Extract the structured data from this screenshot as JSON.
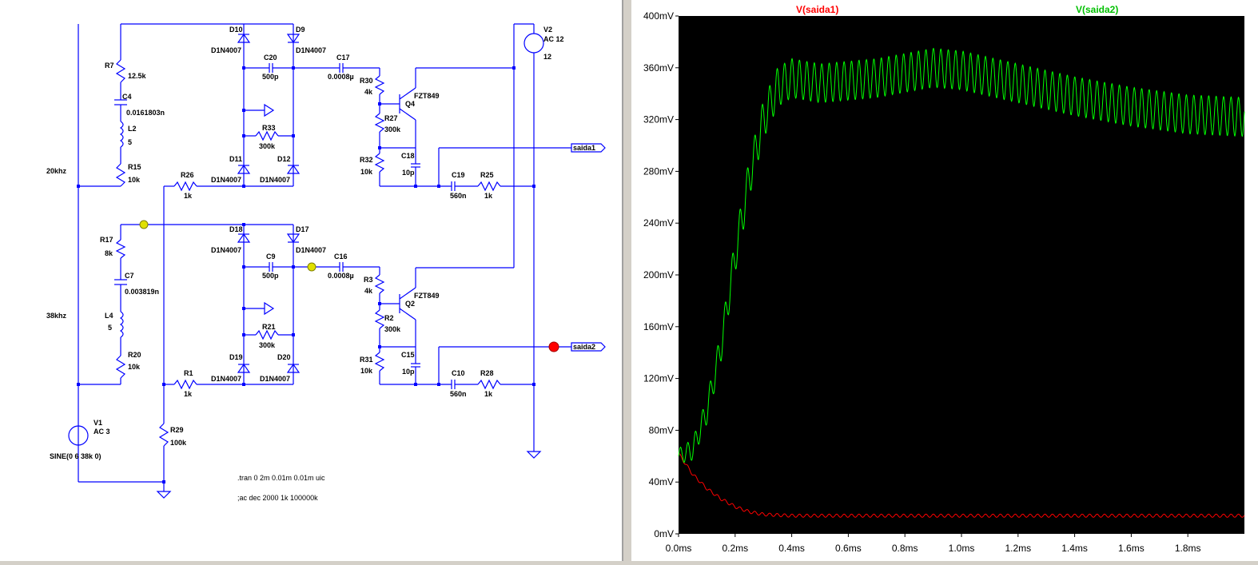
{
  "schematic": {
    "components": [
      {
        "ref": "D10",
        "value": "D1N4007"
      },
      {
        "ref": "D9",
        "value": "D1N4007"
      },
      {
        "ref": "C20",
        "value": "500p"
      },
      {
        "ref": "C17",
        "value": "0.0008µ"
      },
      {
        "ref": "R30",
        "value": "4k"
      },
      {
        "ref": "Q4",
        "value": "FZT849"
      },
      {
        "ref": "R33",
        "value": "300k"
      },
      {
        "ref": "R27",
        "value": "300k"
      },
      {
        "ref": "D11",
        "value": "D1N4007"
      },
      {
        "ref": "D12",
        "value": "D1N4007"
      },
      {
        "ref": "R32",
        "value": "10k"
      },
      {
        "ref": "C18",
        "value": "10p"
      },
      {
        "ref": "C19",
        "value": "560n"
      },
      {
        "ref": "R25",
        "value": "1k"
      },
      {
        "ref": "R26",
        "value": "1k"
      },
      {
        "ref": "R7",
        "value": "12.5k"
      },
      {
        "ref": "C4",
        "value": "0.0161803n"
      },
      {
        "ref": "L2",
        "value": "5"
      },
      {
        "ref": "R15",
        "value": "10k"
      },
      {
        "ref": "V2",
        "value": "AC 12",
        "extra": "12"
      },
      {
        "ref": "D18",
        "value": "D1N4007"
      },
      {
        "ref": "D17",
        "value": "D1N4007"
      },
      {
        "ref": "C9",
        "value": "500p"
      },
      {
        "ref": "C16",
        "value": "0.0008µ"
      },
      {
        "ref": "R3",
        "value": "4k"
      },
      {
        "ref": "Q2",
        "value": "FZT849"
      },
      {
        "ref": "R21",
        "value": "300k"
      },
      {
        "ref": "R2",
        "value": "300k"
      },
      {
        "ref": "D19",
        "value": "D1N4007"
      },
      {
        "ref": "D20",
        "value": "D1N4007"
      },
      {
        "ref": "R31",
        "value": "10k"
      },
      {
        "ref": "C15",
        "value": "10p"
      },
      {
        "ref": "C10",
        "value": "560n"
      },
      {
        "ref": "R28",
        "value": "1k"
      },
      {
        "ref": "R1",
        "value": "1k"
      },
      {
        "ref": "R17",
        "value": "8k"
      },
      {
        "ref": "C7",
        "value": "0.003819n"
      },
      {
        "ref": "L4",
        "value": "5"
      },
      {
        "ref": "R20",
        "value": "10k"
      },
      {
        "ref": "V1",
        "value": "AC 3",
        "extra": "SINE(0 6 38k 0)"
      },
      {
        "ref": "R29",
        "value": "100k"
      }
    ],
    "net_labels": {
      "saida1": "saida1",
      "saida2": "saida2",
      "f20": "20khz",
      "f38": "38khz"
    },
    "directives": [
      ".tran 0 2m 0.01m 0.01m uic",
      ";ac dec 2000 1k 100000k"
    ]
  },
  "plot": {
    "trace1_label": "V(saida1)",
    "trace2_label": "V(saida2)",
    "colors": {
      "trace1": "#ff0000",
      "trace2": "#00ff00",
      "background": "#000000",
      "axis_text": "#000000"
    },
    "y_ticks": [
      "0mV",
      "40mV",
      "80mV",
      "120mV",
      "160mV",
      "200mV",
      "240mV",
      "280mV",
      "320mV",
      "360mV",
      "400mV"
    ],
    "x_ticks": [
      "0.0ms",
      "0.2ms",
      "0.4ms",
      "0.6ms",
      "0.8ms",
      "1.0ms",
      "1.2ms",
      "1.4ms",
      "1.6ms",
      "1.8ms"
    ],
    "chart_data": {
      "type": "line",
      "xlabel": "",
      "ylabel": "",
      "xlim": [
        0,
        2.0
      ],
      "ylim": [
        0,
        400
      ],
      "x_unit": "ms",
      "y_unit": "mV",
      "series": [
        {
          "name": "V(saida1)",
          "x": [
            0,
            0.05,
            0.1,
            0.15,
            0.2,
            0.25,
            0.3,
            0.4,
            0.6,
            1.0,
            1.5,
            2.0
          ],
          "values": [
            62,
            46,
            35,
            27,
            21,
            17,
            15,
            14,
            14,
            14,
            14,
            14
          ]
        },
        {
          "name": "V(saida2)",
          "x": [
            0,
            0.05,
            0.1,
            0.15,
            0.2,
            0.25,
            0.3,
            0.35,
            0.4,
            0.5,
            0.7,
            0.9,
            1.0,
            1.2,
            1.4,
            1.6,
            1.8,
            2.0
          ],
          "values": [
            60,
            65,
            95,
            145,
            215,
            275,
            320,
            345,
            352,
            348,
            352,
            360,
            358,
            348,
            338,
            330,
            324,
            322
          ]
        }
      ]
    }
  }
}
